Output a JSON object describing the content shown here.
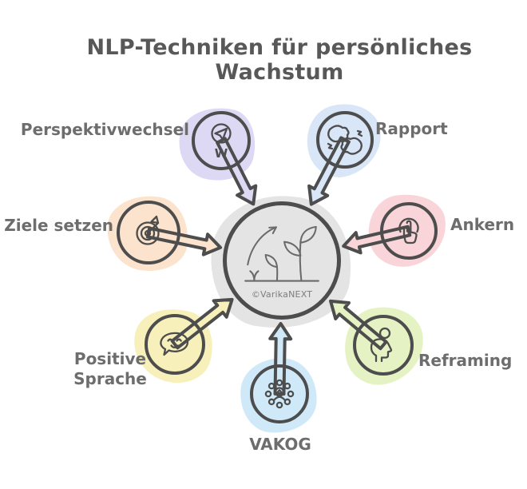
{
  "title": "NLP-Techniken für persönliches Wachstum",
  "center": {
    "icon": "growth-plant-icon",
    "attribution": "©VarikaNEXT",
    "color": "#e4e4e4"
  },
  "techniques": [
    {
      "id": "perspektivwechsel",
      "label": "Perspektivwechsel",
      "icon": "compass-icon",
      "compass_letter": "W",
      "color": "#ddd8f4",
      "position": "top-left"
    },
    {
      "id": "rapport",
      "label": "Rapport",
      "icon": "fist-bump-icon",
      "color": "#d8e6f8",
      "position": "top-right"
    },
    {
      "id": "ziele-setzen",
      "label": "Ziele setzen",
      "icon": "target-arrow-icon",
      "color": "#fbe3cd",
      "position": "left"
    },
    {
      "id": "ankern",
      "label": "Ankern",
      "icon": "tap-finger-icon",
      "color": "#f9d4d8",
      "position": "right"
    },
    {
      "id": "positive-sprache",
      "label": "Positive Sprache",
      "lines": [
        "Positive",
        "Sprache"
      ],
      "icon": "smiley-speech-bubble-icon",
      "color": "#f8f0ba",
      "position": "bottom-left"
    },
    {
      "id": "reframing",
      "label": "Reframing",
      "icon": "head-profile-icon",
      "color": "#e5f2c3",
      "position": "bottom-right"
    },
    {
      "id": "vakog",
      "label": "VAKOG",
      "icon": "senses-dots-icon",
      "color": "#cfe9f8",
      "position": "bottom"
    }
  ],
  "style": {
    "outline_color": "#4d4d4d",
    "title_color": "#585858",
    "label_color": "#6d6d6d",
    "background": "#ffffff"
  }
}
